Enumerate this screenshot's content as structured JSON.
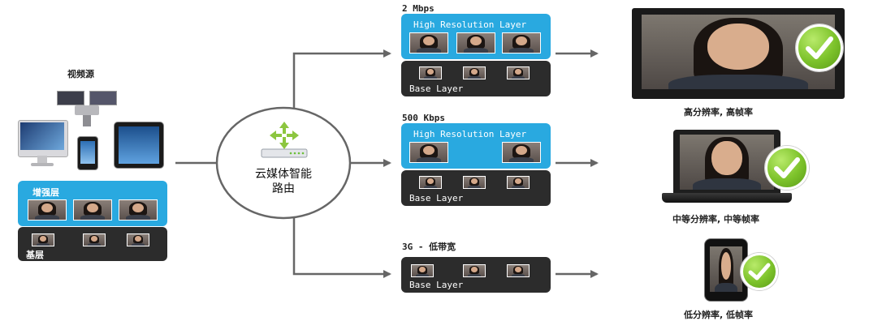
{
  "source": {
    "label": "视频源",
    "enhance_label": "增强层",
    "base_label": "基层"
  },
  "router": {
    "label_line1": "云媒体智能",
    "label_line2": "路由"
  },
  "streams": [
    {
      "rate": "2 Mbps",
      "high_label": "High Resolution Layer",
      "base_label": "Base Layer"
    },
    {
      "rate": "500 Kbps",
      "high_label": "High Resolution Layer",
      "base_label": "Base Layer"
    },
    {
      "rate": "3G - 低带宽",
      "base_label": "Base Layer"
    }
  ],
  "devices": [
    {
      "caption": "高分辨率, 高帧率"
    },
    {
      "caption": "中等分辨率, 中等帧率"
    },
    {
      "caption": "低分辨率, 低帧率"
    }
  ],
  "colors": {
    "enhance_layer": "#29a9e0",
    "base_layer": "#2c2c2c",
    "arrow": "#666666",
    "check": "#7cc22a"
  }
}
